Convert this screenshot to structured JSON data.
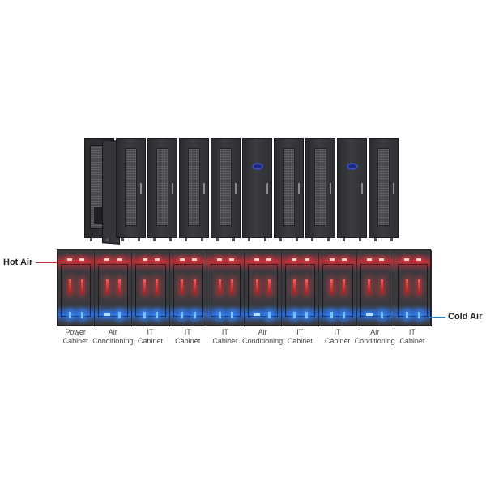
{
  "airflow": {
    "hot_air_label": "Hot Air",
    "cold_air_label": "Cold Air"
  },
  "cabinets": [
    {
      "line1": "Power",
      "line2": "Cabinet",
      "type": "power"
    },
    {
      "line1": "Air",
      "line2": "Conditioning",
      "type": "ac"
    },
    {
      "line1": "IT",
      "line2": "Cabinet",
      "type": "it"
    },
    {
      "line1": "IT",
      "line2": "Cabinet",
      "type": "it"
    },
    {
      "line1": "IT",
      "line2": "Cabinet",
      "type": "it"
    },
    {
      "line1": "Air",
      "line2": "Conditioning",
      "type": "ac"
    },
    {
      "line1": "IT",
      "line2": "Cabinet",
      "type": "it"
    },
    {
      "line1": "IT",
      "line2": "Cabinet",
      "type": "it"
    },
    {
      "line1": "Air",
      "line2": "Conditioning",
      "type": "ac"
    },
    {
      "line1": "IT",
      "line2": "Cabinet",
      "type": "it"
    }
  ],
  "colors": {
    "hot": "#e0303a",
    "cold": "#2f7fff",
    "cabinet": "#2f3034"
  }
}
